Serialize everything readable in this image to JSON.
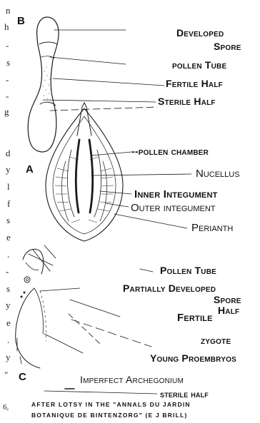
{
  "figure_letters": {
    "b": "B",
    "a": "A",
    "c": "C"
  },
  "cropped_text": [
    "n",
    "h",
    "-",
    "s",
    "-",
    "-",
    "g",
    "d",
    "y",
    "l",
    "f",
    "s",
    "e",
    ".",
    "-",
    "s",
    "y",
    "e",
    ".",
    "y",
    "\"",
    "6,"
  ],
  "labels_b": {
    "developed_spore_line1": "Developed",
    "developed_spore_line2": "Spore",
    "pollen_tube": "pollen Tube",
    "fertile_half": "Fertile Half",
    "sterile_half": "Sterile Half"
  },
  "labels_a": {
    "pollen_chamber": "--pollen chamber",
    "nucellus": "Nucellus",
    "inner_integument": "Inner Integument",
    "outer_integument": "Outer integument",
    "perianth": "Perianth"
  },
  "labels_c": {
    "pollen_tube": "Pollen Tube",
    "partially_developed": "Partially Developed",
    "spore": "Spore",
    "fertile": "Fertile",
    "half": "Half",
    "zygote": "zygote",
    "young_proembryos": "Young Proembryos",
    "imperfect_archegonium": "Imperfect Archegonium",
    "sterile_half": "sterile half"
  },
  "credit": {
    "line1": "AFTER LOTSY IN THE \"ANNALS DU JARDIN",
    "line2": "BOTANIQUE DE BINTENZORG\" (E J BRILL)"
  }
}
